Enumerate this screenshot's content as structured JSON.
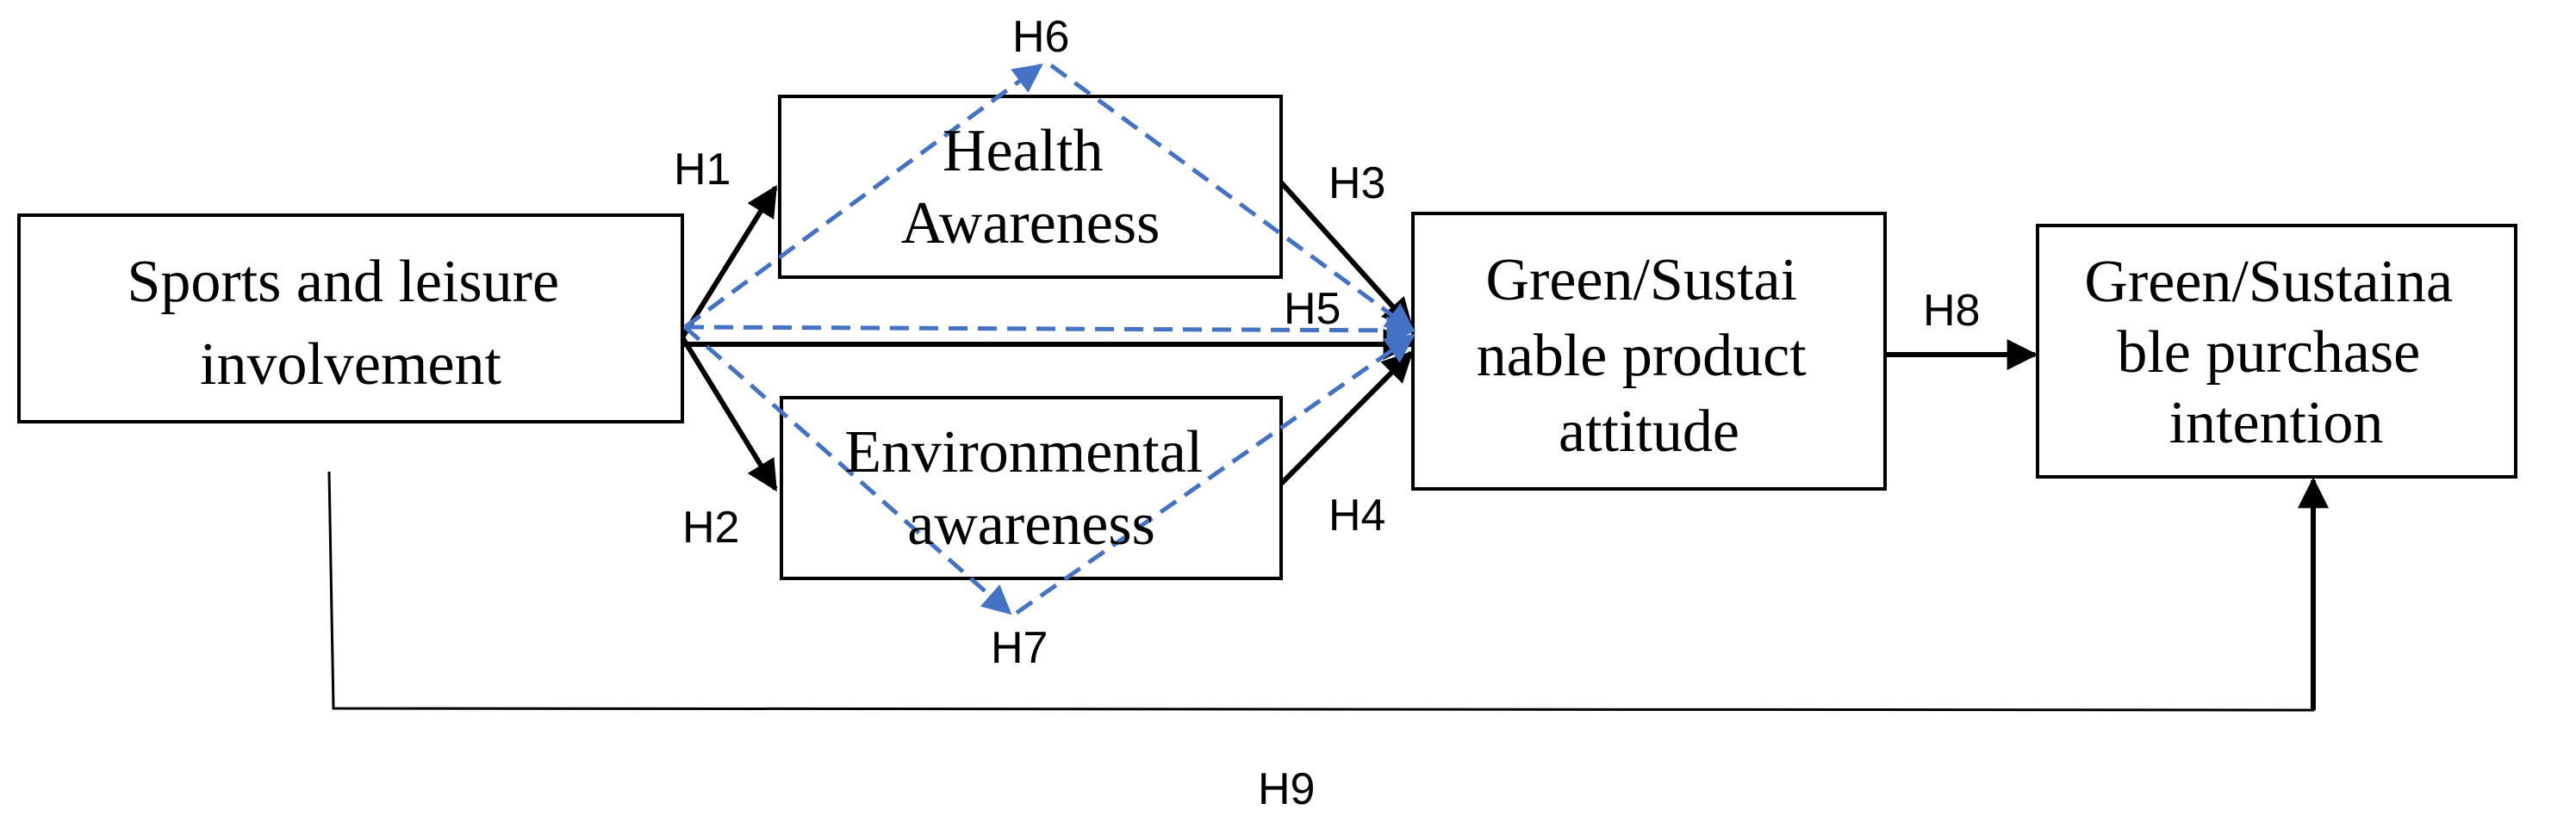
{
  "nodes": {
    "sports": {
      "lines": [
        "Sports and leisure",
        "involvement"
      ]
    },
    "health": {
      "lines": [
        "Health",
        "Awareness"
      ]
    },
    "environmental": {
      "lines": [
        "Environmental",
        "awareness"
      ]
    },
    "attitude": {
      "lines": [
        "Green/Sustai",
        "nable product",
        "attitude"
      ]
    },
    "intention": {
      "lines": [
        "Green/Sustaina",
        "ble purchase",
        "intention"
      ]
    }
  },
  "hypotheses": {
    "h1": "H1",
    "h2": "H2",
    "h3": "H3",
    "h4": "H4",
    "h5": "H5",
    "h6": "H6",
    "h7": "H7",
    "h8": "H8",
    "h9": "H9"
  },
  "colors": {
    "solid_path": "#000000",
    "dashed_path": "#4472C4",
    "box_border": "#000000"
  }
}
